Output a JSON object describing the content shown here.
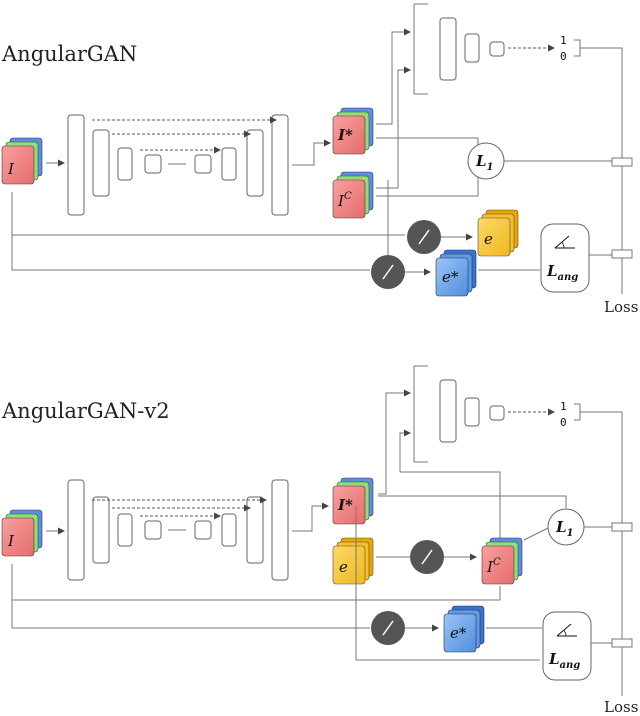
{
  "panels": [
    {
      "title": "AngularGAN",
      "input_label": "I",
      "generated_label": "I*",
      "target_label": "I",
      "target_sup": "C",
      "illum_label": "e",
      "est_illum_label": "e*",
      "l1_label": "L",
      "l1_sub": "1",
      "ang_label": "L",
      "ang_sub": "ang",
      "disc_out_top": "1",
      "disc_out_bottom": "0",
      "loss_label": "Loss"
    },
    {
      "title": "AngularGAN-v2",
      "input_label": "I",
      "generated_label": "I*",
      "target_label": "I",
      "target_sup": "C",
      "illum_label": "e",
      "est_illum_label": "e*",
      "l1_label": "L",
      "l1_sub": "1",
      "ang_label": "L",
      "ang_sub": "ang",
      "disc_out_top": "1",
      "disc_out_bottom": "0",
      "loss_label": "Loss"
    }
  ],
  "colors": {
    "red_stack": [
      "#3a7bd5",
      "#7ed957",
      "#f28b8b"
    ],
    "yellow_stack": [
      "#e8a800",
      "#f2c12e",
      "#f8d65a"
    ],
    "blue_stack": [
      "#2f6fc0",
      "#4e8fe0",
      "#8ab8f0"
    ],
    "operator": "#555555"
  }
}
